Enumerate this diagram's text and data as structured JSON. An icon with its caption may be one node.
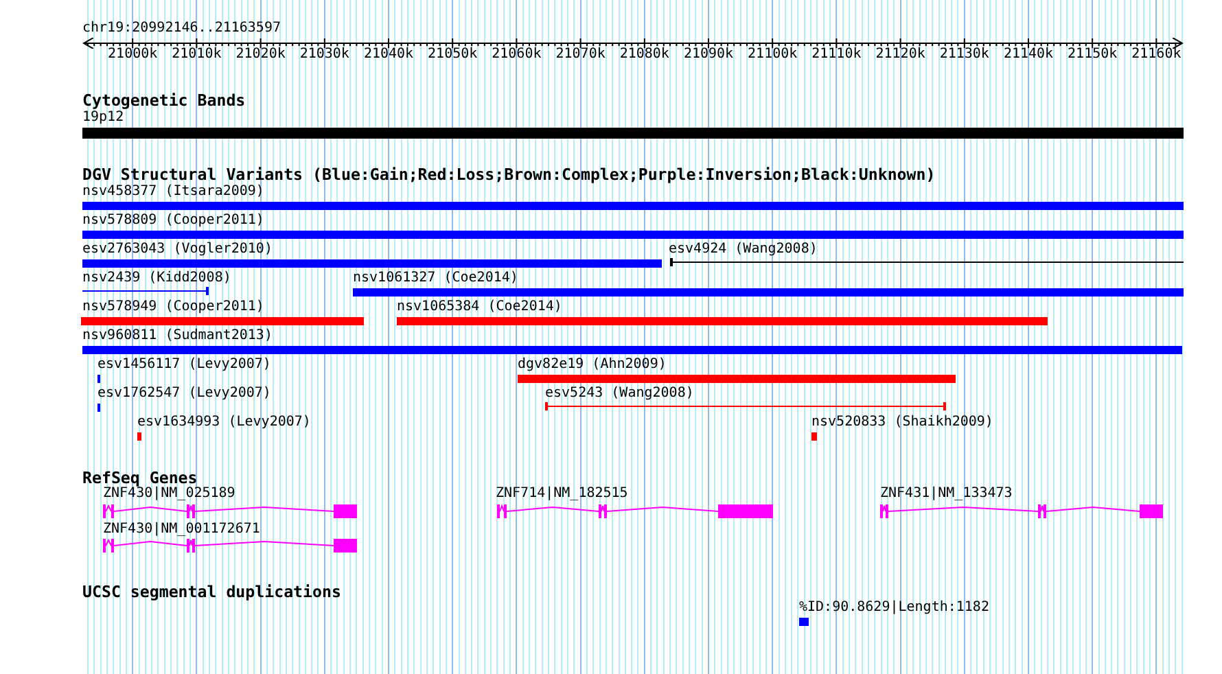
{
  "diagram": {
    "title": "chr19:20992146..21163597",
    "labels": [
      "21000k",
      "21010k",
      "21020k",
      "21030k",
      "21040k",
      "21050k",
      "21060k",
      "21070k",
      "21080k",
      "21090k",
      "21100k",
      "21110k",
      "21120k",
      "21130k",
      "21140k",
      "21150k",
      "21160k",
      "Cytogenetic Bands",
      "19p12",
      "DGV Structural Variants (Blue:Gain;Red:Loss;Brown:Complex;Purple:Inversion;Black:Unknown)",
      "nsv458377 (Itsara2009)",
      "nsv578809 (Cooper2011)",
      "esv2763043 (Vogler2010)",
      "esv4924 (Wang2008)",
      "nsv2439 (Kidd2008)",
      "nsv1061327 (Coe2014)",
      "nsv578949 (Cooper2011)",
      "nsv1065384 (Coe2014)",
      "nsv960811 (Sudmant2013)",
      "esv1456117 (Levy2007)",
      "dgv82e19 (Ahn2009)",
      "esv1762547 (Levy2007)",
      "esv5243 (Wang2008)",
      "esv1634993 (Levy2007)",
      "nsv520833 (Shaikh2009)",
      "RefSeq Genes",
      "ZNF430|NM_025189",
      "ZNF714|NM_182515",
      "ZNF431|NM_133473",
      "ZNF430|NM_001172671",
      "UCSC segmental duplications",
      "%ID:90.8629|Length:1182"
    ]
  }
}
